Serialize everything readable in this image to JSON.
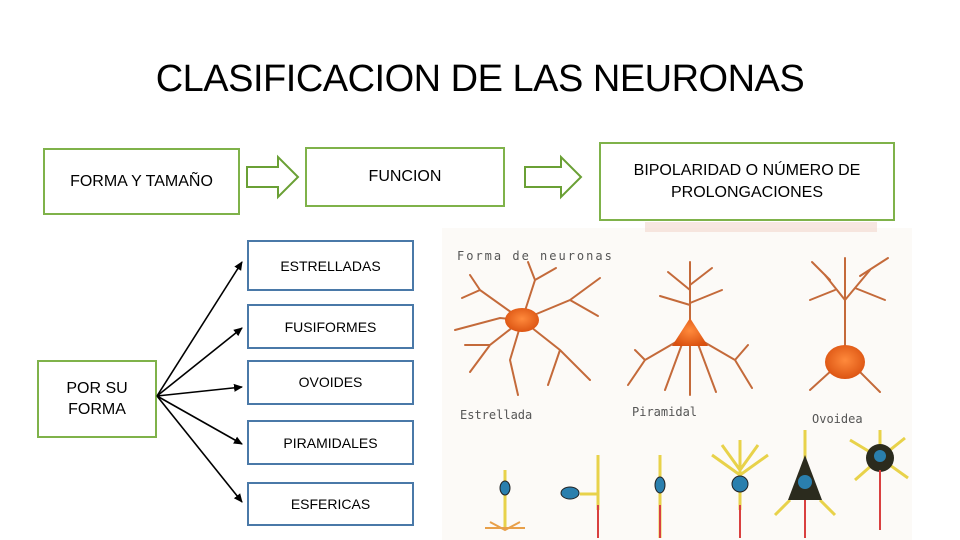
{
  "title": "CLASIFICACION DE LAS NEURONAS",
  "top_row": {
    "forma": "FORMA Y TAMAÑO",
    "funcion": "FUNCION",
    "bipolaridad_line1": "BIPOLARIDAD O NÚMERO DE",
    "bipolaridad_line2": "PROLONGACIONES"
  },
  "root": {
    "line1": "POR SU",
    "line2": "FORMA"
  },
  "categories": [
    "ESTRELLADAS",
    "FUSIFORMES",
    "OVOIDES",
    "PIRAMIDALES",
    "ESFERICAS"
  ],
  "image_labels": {
    "heading": "Forma de neuronas",
    "estrellada": "Estrellada",
    "piramidal": "Piramidal",
    "ovoidea": "Ovoidea"
  },
  "colors": {
    "green_border": "#7fb24a",
    "blue_border": "#4a79a8",
    "neuron_orange": "#e8621e",
    "dendrite": "#c46a3a"
  }
}
